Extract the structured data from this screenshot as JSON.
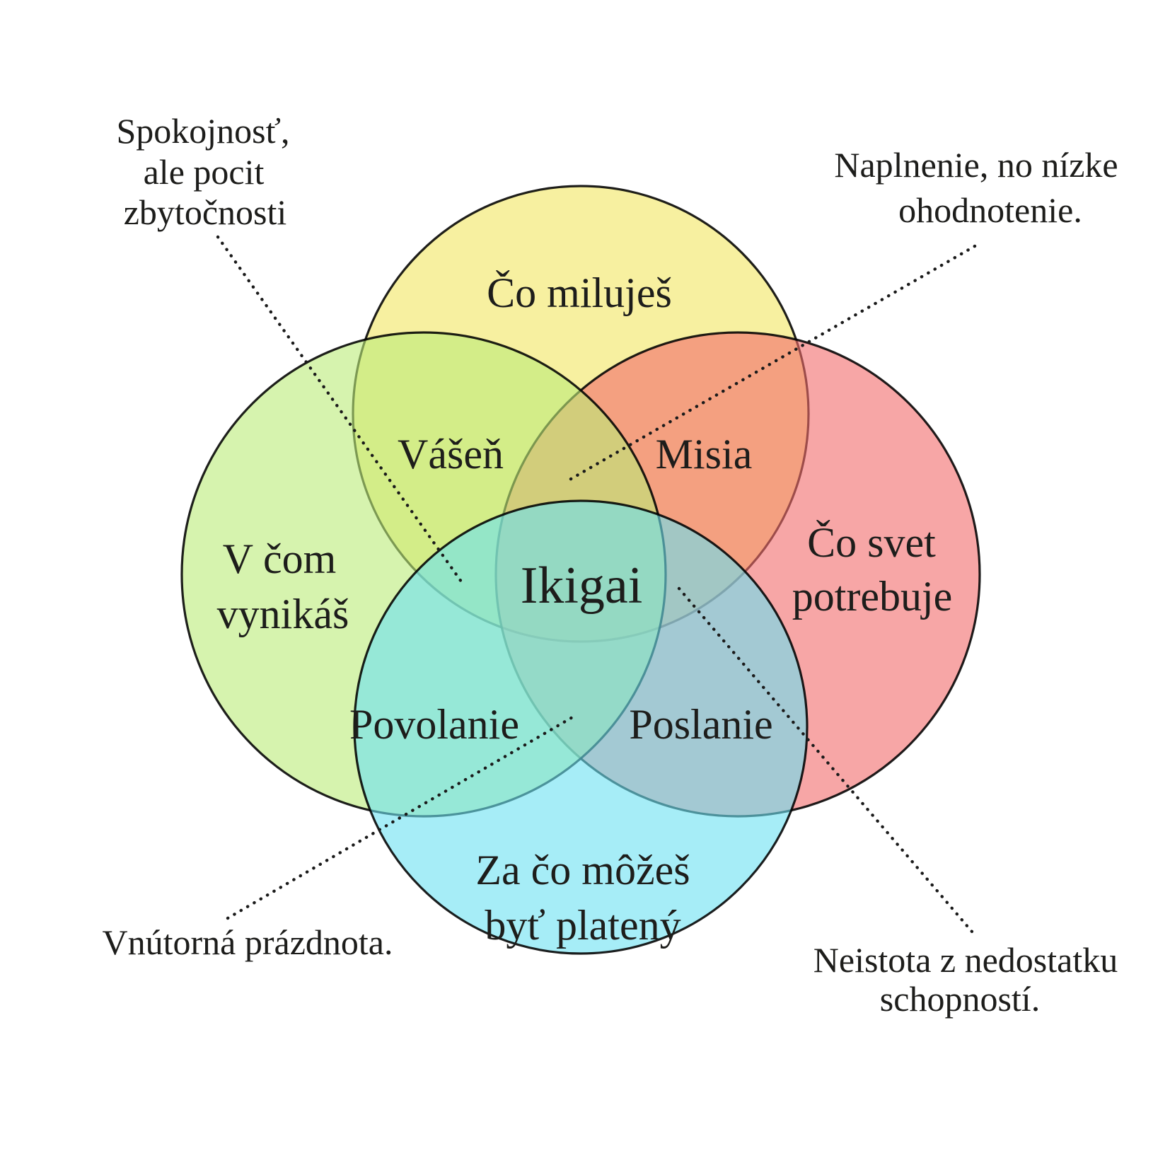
{
  "diagram": {
    "center_label": "Ikigai",
    "circles": [
      {
        "id": "what-you-love",
        "fill": "#f2e661",
        "lines": [
          "Čo miluješ"
        ]
      },
      {
        "id": "what-world-needs",
        "fill": "#f26b6b",
        "lines": [
          "Čo svet",
          "potrebuje"
        ]
      },
      {
        "id": "what-you-excel-at",
        "fill": "#baeb78",
        "lines": [
          "V čom",
          "vynikáš"
        ]
      },
      {
        "id": "what-you-can-be-paid-for",
        "fill": "#6be1f2",
        "lines": [
          "Za čo môžeš",
          "byť platený"
        ]
      }
    ],
    "overlaps": {
      "passion": "Vášeň",
      "mission": "Misia",
      "profession": "Povolanie",
      "vocation": "Poslanie"
    },
    "annotations": {
      "top_left": {
        "lines": [
          "Spokojnosť,",
          "ale pocit",
          "zbytočnosti"
        ]
      },
      "top_right": {
        "lines": [
          "Naplnenie, no nízke",
          "ohodnotenie."
        ]
      },
      "bottom_left": {
        "lines": [
          "Vnútorná prázdnota."
        ]
      },
      "bottom_right": {
        "lines": [
          "Neistota z nedostatku",
          "schopností."
        ]
      }
    },
    "colors": {
      "background": "#ffffff",
      "outline": "#000000",
      "leader_dots": "#1a1a1a",
      "text": "#1d1d1b"
    }
  }
}
